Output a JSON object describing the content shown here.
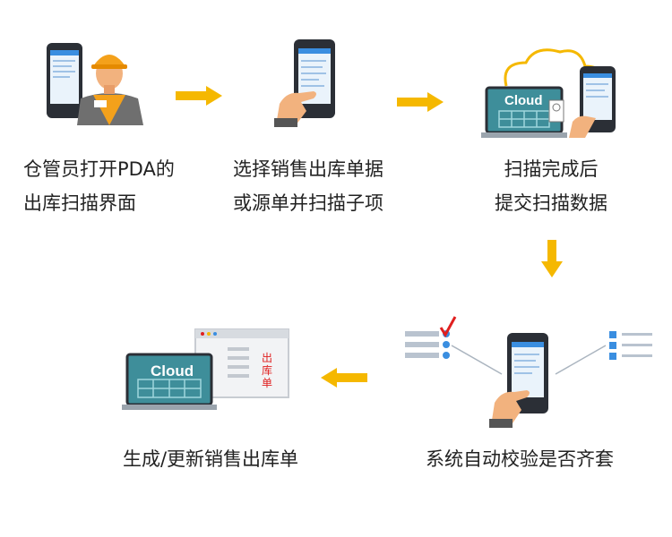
{
  "steps": [
    {
      "line1": "仓管员打开PDA的",
      "line2": "出库扫描界面"
    },
    {
      "line1": "选择销售出库单据",
      "line2": "或源单并扫描子项"
    },
    {
      "line1": "扫描完成后",
      "line2": "提交扫描数据"
    },
    {
      "line1": "系统自动校验是否齐套"
    },
    {
      "line1": "生成/更新销售出库单"
    }
  ],
  "labels": {
    "cloud_step3": "Cloud",
    "cloud_step5": "Cloud",
    "doc_label": "出库单"
  },
  "colors": {
    "arrow": "#F5B800",
    "cloud_screen": "#3E8E9A",
    "phone_screen": "#3A8EE0",
    "check": "#E02020",
    "doc_text": "#E02020"
  }
}
